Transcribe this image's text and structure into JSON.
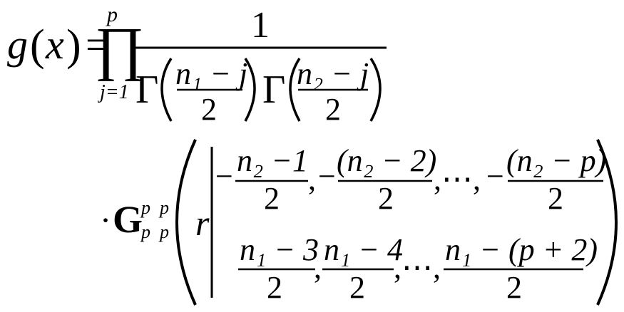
{
  "equation": {
    "lhs_func": "g",
    "lhs_var": "x",
    "equals": "=",
    "product_symbol": "∏",
    "product_upper": "p",
    "product_lower": "j=1",
    "numerator": "1",
    "gamma": "Γ",
    "gamma1_num": "n₁ − j",
    "gamma1_den": "2",
    "gamma2_num": "n₂ − j",
    "gamma2_den": "2",
    "dot": "·",
    "meijer_symbol": "G",
    "meijer_super": "p  p",
    "meijer_sub": "p  p",
    "argument": "r",
    "top_row": [
      {
        "sign": "−",
        "num": "n₂ −1",
        "den": "2",
        "sep": ","
      },
      {
        "sign": "−",
        "num": "(n₂ − 2)",
        "den": "2",
        "sep": ",⋯,"
      },
      {
        "sign": "−",
        "num": "(n₂ − p)",
        "den": "2",
        "sep": ""
      }
    ],
    "bottom_row": [
      {
        "num": "n₁ − 3",
        "den": "2",
        "sep": ","
      },
      {
        "num": "n₁ − 4",
        "den": "2",
        "sep": ",⋯,"
      },
      {
        "num": "n₁ − (p + 2)",
        "den": "2",
        "sep": ""
      }
    ]
  }
}
